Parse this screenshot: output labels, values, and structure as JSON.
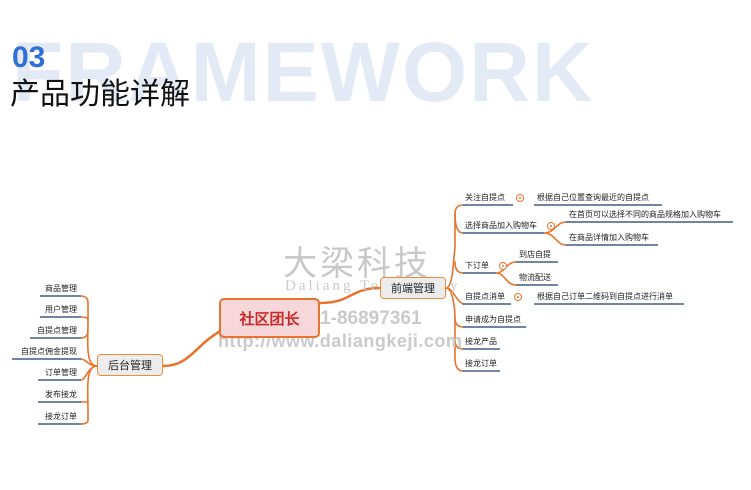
{
  "header": {
    "bg_word": "FRAMEWORK",
    "section_number": "03",
    "section_title": "产品功能详解"
  },
  "watermark": {
    "company_cn": "大梁科技",
    "company_en": "Daliang Technology",
    "phone": "311-86897361",
    "url": "http://www.daliangkeji.com"
  },
  "mindmap": {
    "root": "社区团长",
    "front": {
      "label": "前端管理",
      "items": [
        {
          "label": "关注自提点",
          "detail": "根据自己位置查询最近的自提点"
        },
        {
          "label": "选择商品加入购物车",
          "children": [
            "在首页可以选择不同的商品规格加入购物车",
            "在商品详情加入购物车"
          ]
        },
        {
          "label": "下订单",
          "children": [
            "到店自提",
            "物流配送"
          ]
        },
        {
          "label": "自提点消单",
          "detail": "根据自己订单二维码到自提点进行消单"
        },
        {
          "label": "申请成为自提点"
        },
        {
          "label": "接龙产品"
        },
        {
          "label": "接龙订单"
        }
      ]
    },
    "back": {
      "label": "后台管理",
      "items": [
        "商品管理",
        "用户管理",
        "自提点管理",
        "自提点佣金提现",
        "订单管理",
        "发布接龙",
        "接龙订单"
      ]
    }
  },
  "colors": {
    "branch": "#e8732a",
    "bg_word": "#e4e9f6",
    "accent_number": "#2f6fd8",
    "line": "#1f3a6a"
  }
}
